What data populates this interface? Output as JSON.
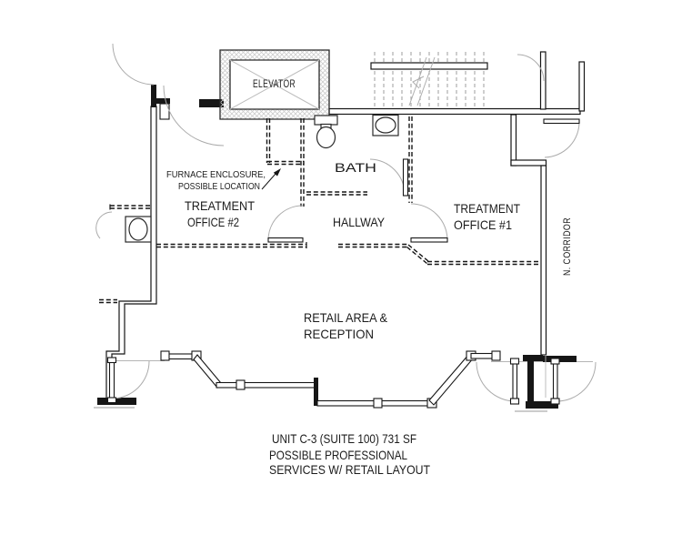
{
  "plan": {
    "rooms": {
      "elevator": "ELEVATOR",
      "bath": "BATH",
      "hallway": "HALLWAY",
      "office2_line1": "TREATMENT",
      "office2_line2": "OFFICE #2",
      "office1_line1": "TREATMENT",
      "office1_line2": "OFFICE #1",
      "corridor": "N. CORRIDOR",
      "retail_line1": "RETAIL AREA &",
      "retail_line2": "RECEPTION"
    },
    "annotations": {
      "furnace_line1": "FURNACE ENCLOSURE,",
      "furnace_line2": "POSSIBLE LOCATION"
    },
    "titleblock": {
      "line1": "UNIT C-3 (SUITE 100) 731 SF",
      "line2": "POSSIBLE PROFESSIONAL",
      "line3": "SERVICES W/ RETAIL LAYOUT"
    },
    "colors": {
      "wall": "#161616",
      "door_swing": "#ababab",
      "stair_tread": "#9e9e9e",
      "hatch": "#cccccc",
      "background": "#ffffff"
    }
  }
}
